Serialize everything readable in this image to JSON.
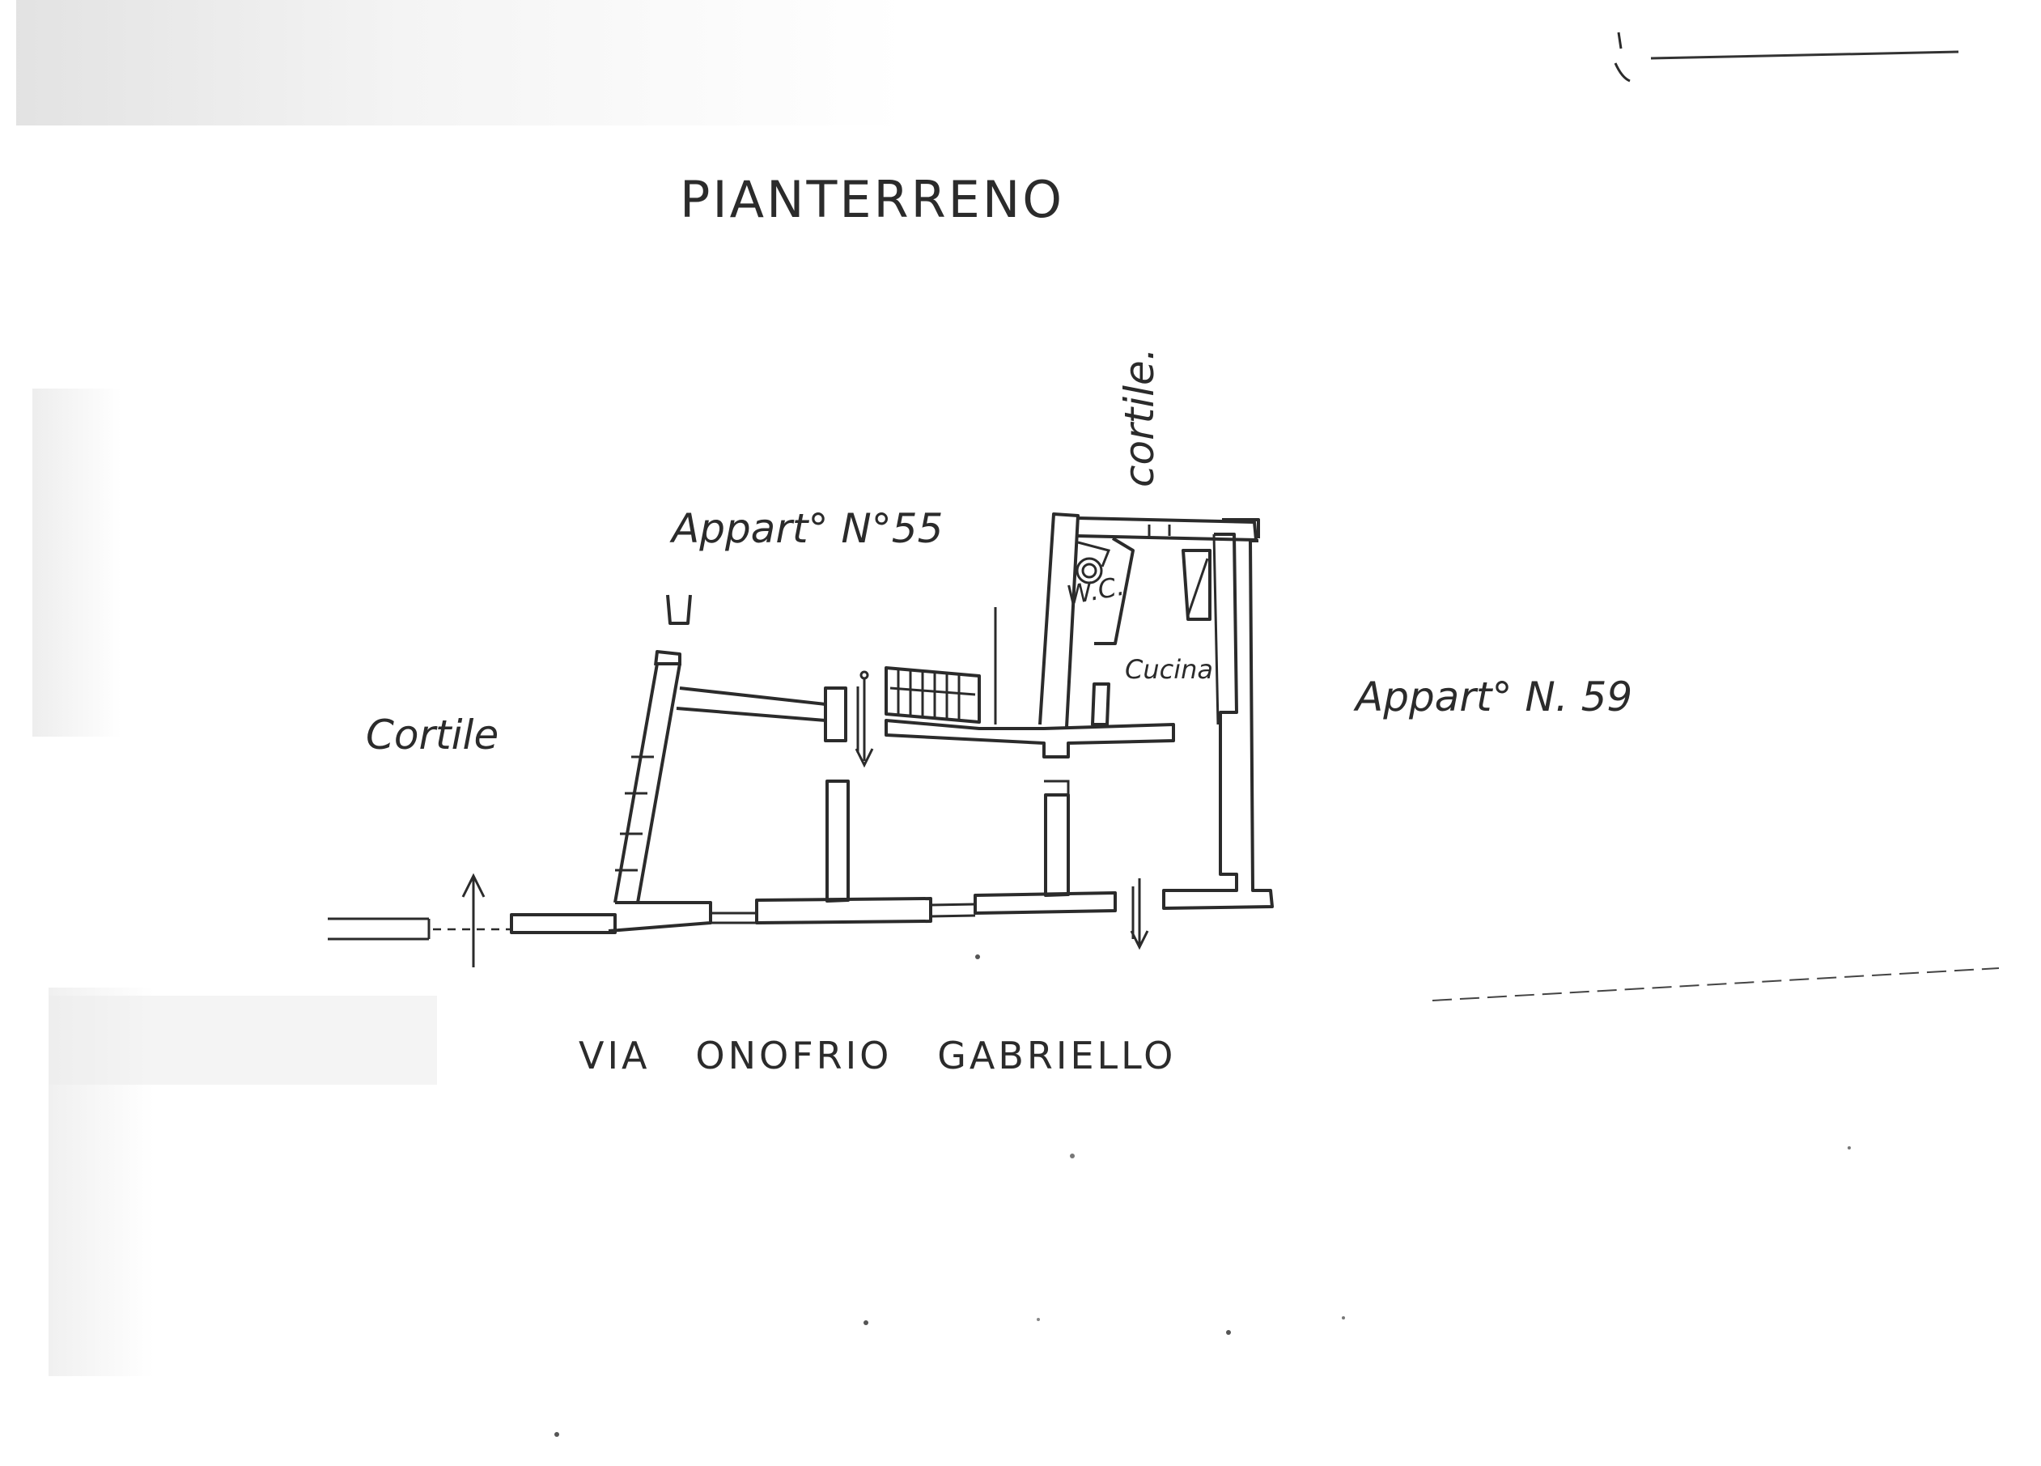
{
  "drawing": {
    "title": "PIANTERRENO",
    "street": "VIA   ONOFRIO   GABRIELLO",
    "labels": {
      "cortile_left": "Cortile",
      "cortile_top": "cortile.",
      "appart_55": "Appart° N°55",
      "appart_59": "Appart° N. 59",
      "cucina": "Cucina",
      "wc": "W.C."
    }
  }
}
